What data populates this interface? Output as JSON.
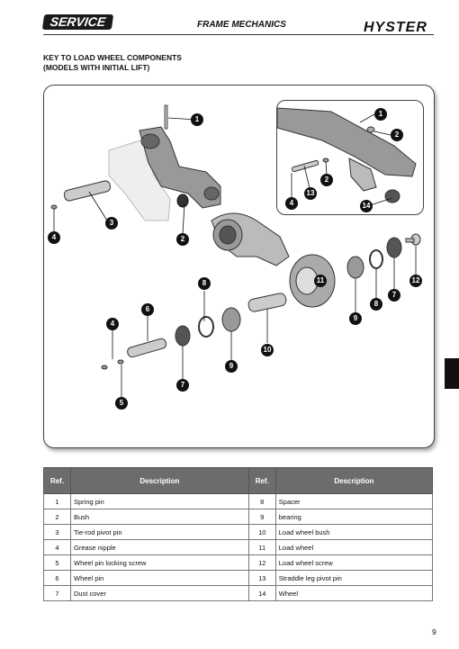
{
  "header": {
    "badge": "SERVICE",
    "section": "FRAME MECHANICS",
    "brand": "HYSTER"
  },
  "title": {
    "line1": "KEY TO LOAD WHEEL COMPONENTS",
    "line2": "(MODELS WITH INITIAL LIFT)"
  },
  "callouts": {
    "main": [
      "1",
      "2",
      "3",
      "4",
      "8",
      "6",
      "11",
      "12",
      "4",
      "10",
      "9",
      "8",
      "7",
      "7",
      "9",
      "5"
    ],
    "inset": [
      "1",
      "2",
      "13",
      "2",
      "4",
      "14"
    ]
  },
  "table": {
    "headers": [
      "Ref.",
      "Description",
      "Ref.",
      "Description"
    ],
    "rows": [
      {
        "ref1": "1",
        "desc1": "Spring pin",
        "ref2": "8",
        "desc2": "Spacer"
      },
      {
        "ref1": "2",
        "desc1": "Bush",
        "ref2": "9",
        "desc2": "bearing"
      },
      {
        "ref1": "3",
        "desc1": "Tie-rod pivot pin",
        "ref2": "10",
        "desc2": "Load wheel bush"
      },
      {
        "ref1": "4",
        "desc1": "Grease nipple",
        "ref2": "11",
        "desc2": "Load wheel"
      },
      {
        "ref1": "5",
        "desc1": "Wheel pin locking screw",
        "ref2": "12",
        "desc2": "Load wheel screw"
      },
      {
        "ref1": "6",
        "desc1": "Wheel pin",
        "ref2": "13",
        "desc2": "Straddle leg pivot pin"
      },
      {
        "ref1": "7",
        "desc1": "Dust cover",
        "ref2": "14",
        "desc2": "Wheel"
      }
    ]
  },
  "page_number": "9"
}
